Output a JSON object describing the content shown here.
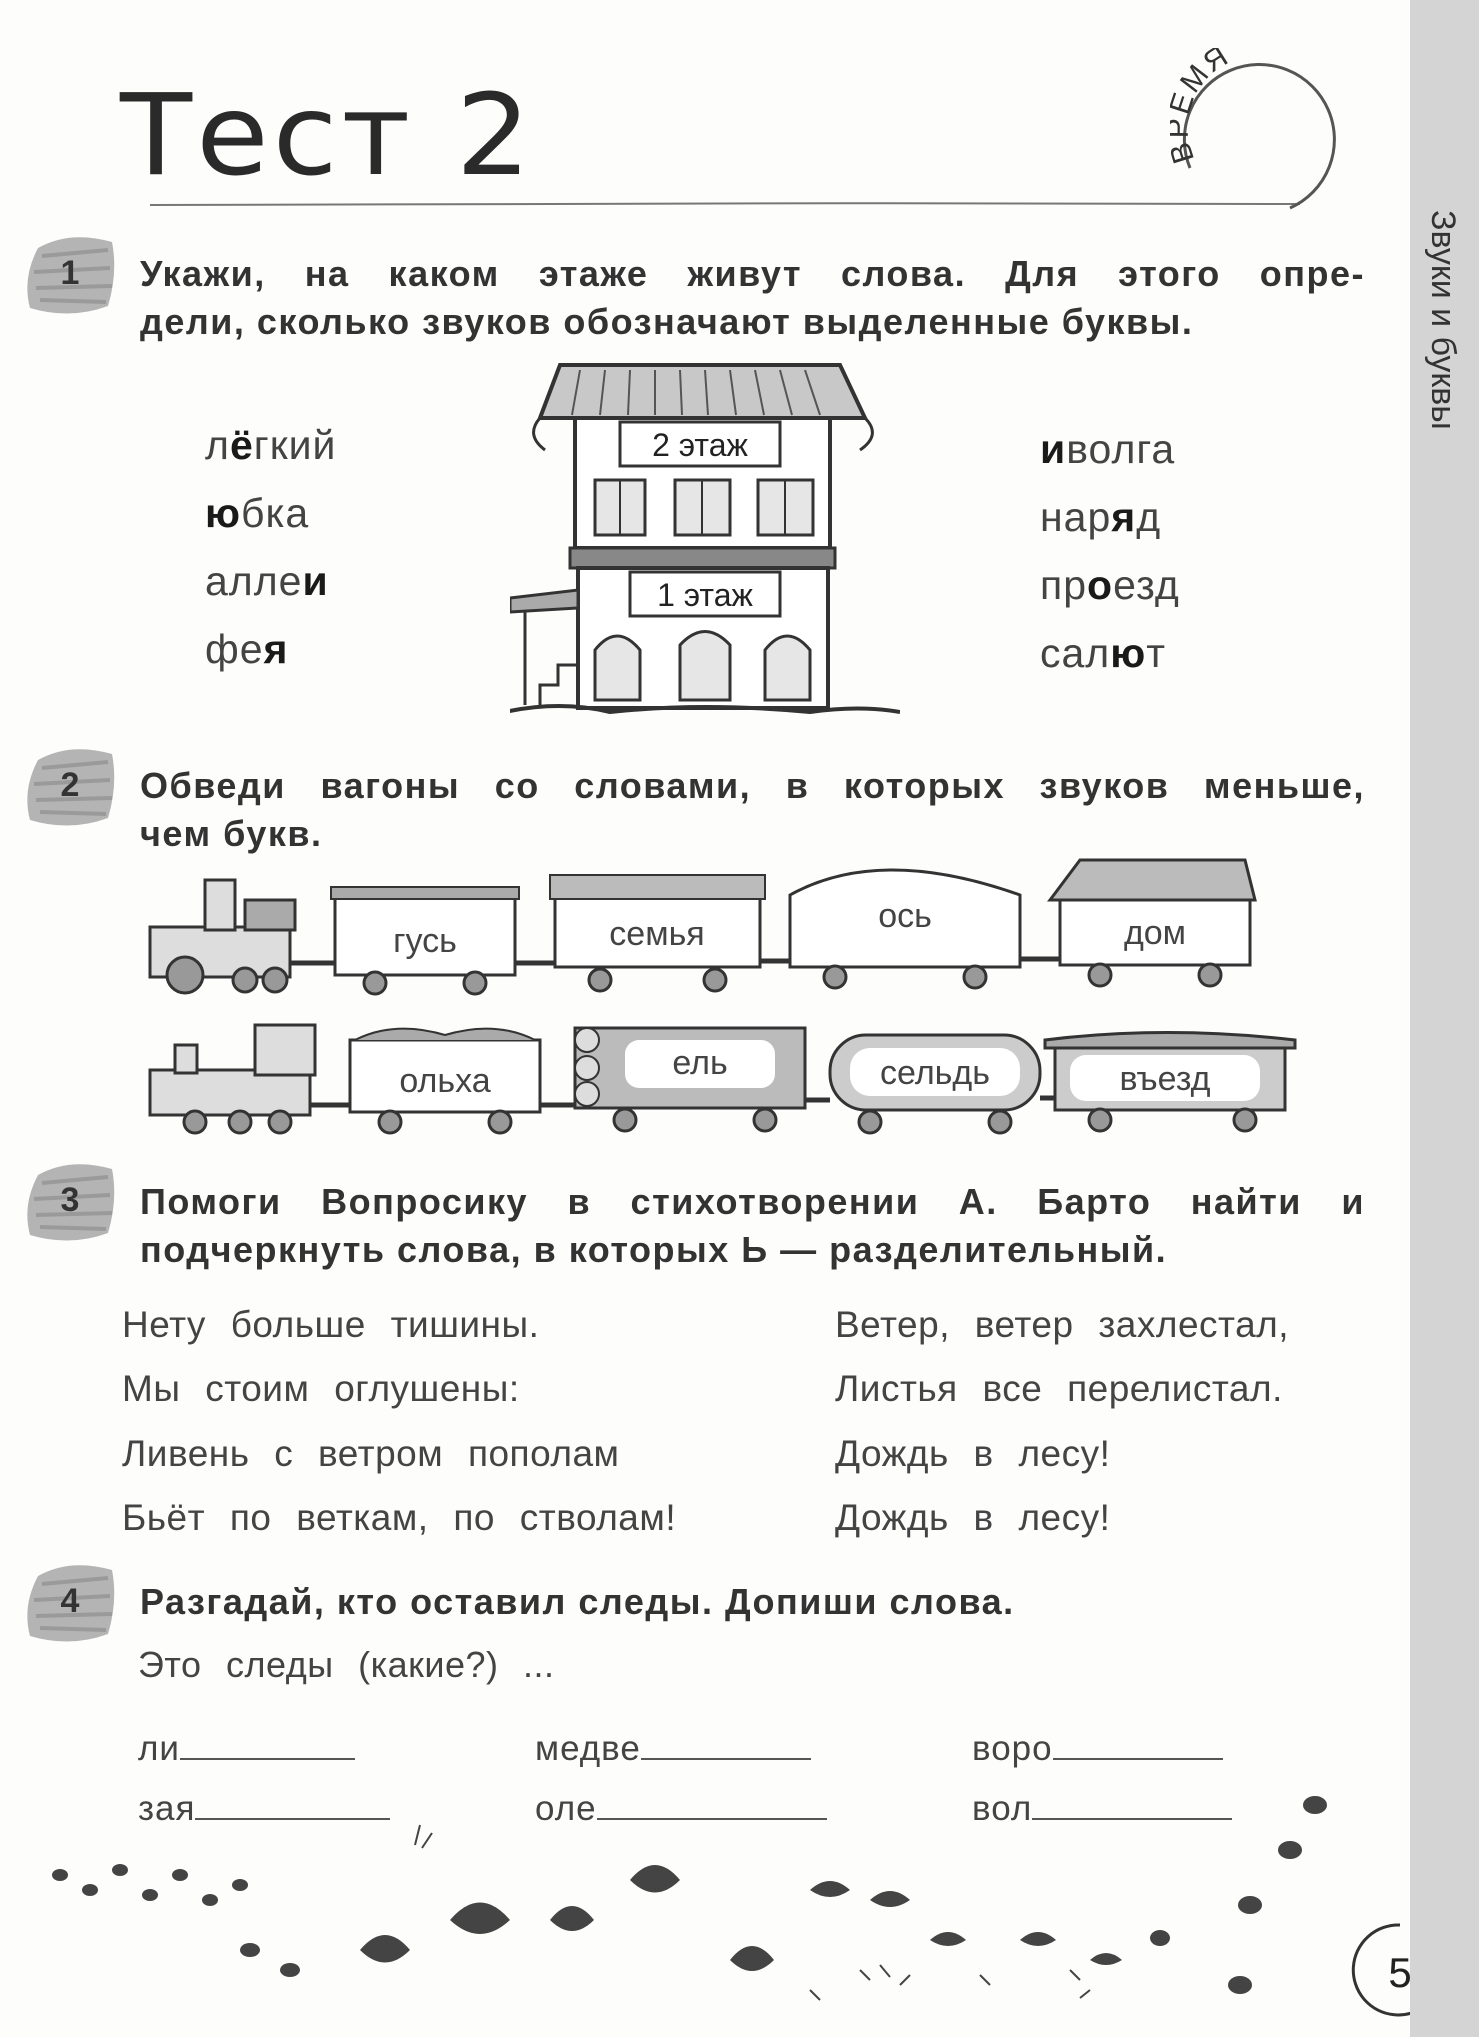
{
  "test_title": "Тест 2",
  "time_label": "ВРЕМЯ",
  "side_label": "Звуки и буквы",
  "page_number": "5",
  "task1": {
    "number": "1",
    "text_line1": "Укажи, на каком этаже живут слова. Для этого опре-",
    "text_line2": "дели, сколько звуков обозначают выделенные буквы.",
    "floor2": "2 этаж",
    "floor1": "1 этаж",
    "left_words": [
      {
        "pre": "л",
        "bold": "ё",
        "post": "гкий"
      },
      {
        "pre": "",
        "bold": "ю",
        "post": "бка"
      },
      {
        "pre": "алле",
        "bold": "и",
        "post": ""
      },
      {
        "pre": "фе",
        "bold": "я",
        "post": ""
      }
    ],
    "right_words": [
      {
        "pre": "",
        "bold": "и",
        "post": "волга"
      },
      {
        "pre": "нар",
        "bold": "я",
        "post": "д"
      },
      {
        "pre": "пр",
        "bold": "о",
        "post": "езд"
      },
      {
        "pre": "сал",
        "bold": "ю",
        "post": "т"
      }
    ]
  },
  "task2": {
    "number": "2",
    "text_line1": "Обведи вагоны со словами, в которых звуков меньше,",
    "text_line2": "чем букв.",
    "train1": [
      "гусь",
      "семья",
      "ось",
      "дом"
    ],
    "train2": [
      "ольха",
      "ель",
      "сельдь",
      "въезд"
    ]
  },
  "task3": {
    "number": "3",
    "text_line1": "Помоги Вопросику в стихотворении А. Барто найти и",
    "text_line2": "подчеркнуть слова, в которых Ь — разделительный.",
    "poem_left": [
      "Нету больше тишины.",
      "Мы стоим оглушены:",
      "Ливень с ветром пополам",
      "Бьёт по веткам, по стволам!"
    ],
    "poem_right": [
      "Ветер, ветер захлестал,",
      "Листья все перелистал.",
      "Дождь в лесу!",
      "Дождь в лесу!"
    ]
  },
  "task4": {
    "number": "4",
    "text": "Разгадай, кто оставил следы. Допиши слова.",
    "prompt": "Это следы (какие?) ...",
    "row1": [
      "ли",
      "медве",
      "воро"
    ],
    "row2": [
      "зая",
      "оле",
      "вол"
    ]
  }
}
